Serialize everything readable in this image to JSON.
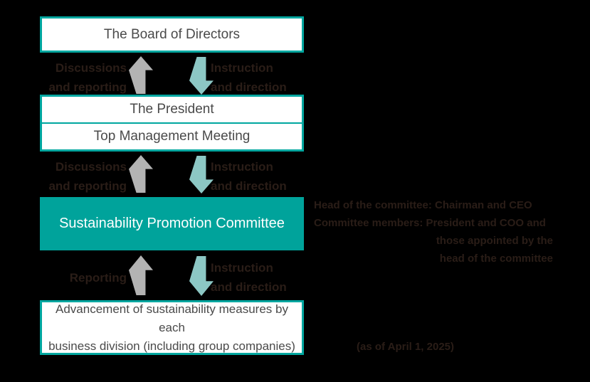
{
  "colors": {
    "background": "#000000",
    "box_border_teal": "#00a7a0",
    "committee_fill_teal": "#00a39b",
    "box_background": "#ffffff",
    "box_text": "#4a4a4a",
    "committee_text": "#ffffff",
    "label_text": "#2a1d17",
    "arrow_up_gray": "#b3b3b3",
    "arrow_down_teal": "#8cc7c4"
  },
  "org_chart": {
    "board": "The Board of Directors",
    "president": "The President",
    "top_management": "Top Management Meeting",
    "committee": "Sustainability Promotion Committee",
    "divisions_line1": "Advancement of sustainability measures by each",
    "divisions_line2": "business division (including group companies)",
    "flows": [
      {
        "up_line1": "Discussions",
        "up_line2": "and reporting",
        "down_line1": "Instruction",
        "down_line2": "and direction"
      },
      {
        "up_line1": "Discussions",
        "up_line2": "and reporting",
        "down_line1": "Instruction",
        "down_line2": "and direction"
      },
      {
        "up_line1": "Reporting",
        "down_line1": "Instruction",
        "down_line2": "and direction"
      }
    ]
  },
  "notes": {
    "committee_note_line1": "Head of the committee: Chairman and CEO",
    "committee_note_line2": "Committee members: President and COO and",
    "committee_note_line3": "those appointed by the",
    "committee_note_line4": "head of the committee",
    "date": "(as of April 1, 2025)"
  }
}
